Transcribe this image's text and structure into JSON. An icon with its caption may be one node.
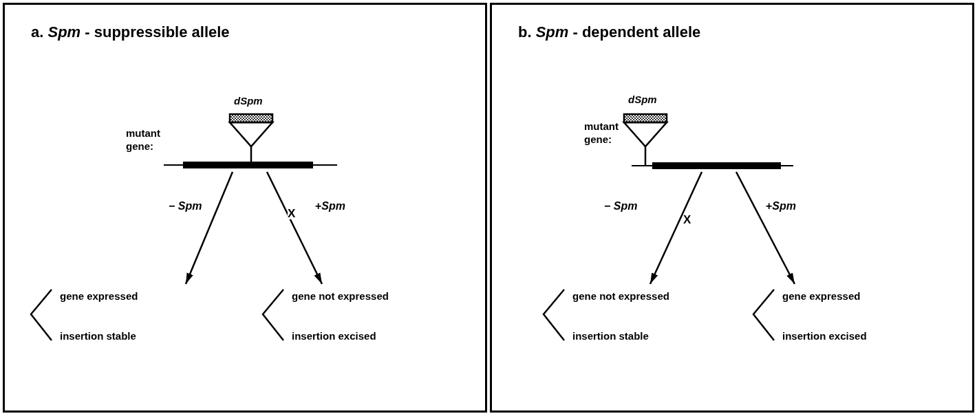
{
  "diagram": {
    "nodes": [
      {
        "text": [
          "a. *Spm* - suppressible allele"
        ]
      },
      {
        "text": [
          "mutant gene:"
        ],
        "in": 0
      },
      {
        "text": [
          "gene expressed",
          "insertion stable"
        ],
        "in": 0
      },
      {
        "text": [
          "gene not expressed",
          "insertion excised"
        ],
        "in": 0
      },
      {
        "text": [
          "b. *Spm* - dependent allele"
        ]
      },
      {
        "text": [
          "mutant gene:"
        ],
        "in": 4
      },
      {
        "text": [
          "gene not expressed",
          "insertion stable"
        ],
        "in": 4
      },
      {
        "text": [
          "gene expressed",
          "insertion excised"
        ],
        "in": 4
      }
    ],
    "edges": [
      {
        "from": 1,
        "to": 2,
        "arrow": "to",
        "label": "− *Spm*"
      },
      {
        "from": 1,
        "to": 3,
        "arrow": "to",
        "label": "+*Spm*"
      },
      {
        "from": 5,
        "to": 6,
        "arrow": "to",
        "label": "− *Spm*"
      },
      {
        "from": 5,
        "to": 7,
        "arrow": "to",
        "label": "+*Spm*"
      }
    ],
    "labels": [
      "dSpm",
      "X",
      "dSpm",
      "X"
    ]
  }
}
